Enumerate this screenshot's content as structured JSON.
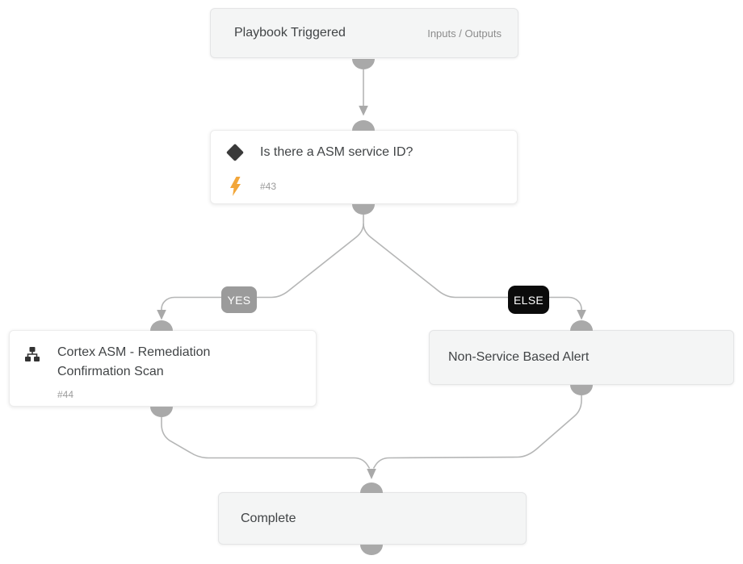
{
  "colors": {
    "connector": "#b5b6b6",
    "nub": "#a9a9a9",
    "node_gray_bg": "#f4f5f5",
    "node_white_bg": "#ffffff",
    "node_border": "#e4e5e6",
    "node_border_light": "#ececec",
    "title_text": "#414446",
    "muted_text": "#9b9b9b",
    "muted_text2": "#8c8c8c",
    "yes_badge_bg": "#9b9b9b",
    "else_badge_bg": "#0b0b0b",
    "badge_text": "#ffffff",
    "diamond_icon": "#3a3a3a",
    "bolt_icon": "#f2a63a",
    "sitemap_icon": "#333333"
  },
  "nodes": {
    "playbook_triggered": {
      "title": "Playbook Triggered",
      "link": "Inputs / Outputs"
    },
    "condition": {
      "title": "Is there a ASM service ID?",
      "id": "#43",
      "icon": "diamond-icon",
      "type_icon": "lightning-icon"
    },
    "yes_branch_task": {
      "title": "Cortex ASM - Remediation Confirmation Scan",
      "id": "#44",
      "icon": "sitemap-icon"
    },
    "else_branch_task": {
      "title": "Non-Service Based Alert"
    },
    "complete": {
      "title": "Complete"
    }
  },
  "edges": [
    {
      "from": "playbook_triggered",
      "to": "condition",
      "label": ""
    },
    {
      "from": "condition",
      "to": "yes_branch_task",
      "label": "YES"
    },
    {
      "from": "condition",
      "to": "else_branch_task",
      "label": "ELSE"
    },
    {
      "from": "yes_branch_task",
      "to": "complete",
      "label": ""
    },
    {
      "from": "else_branch_task",
      "to": "complete",
      "label": ""
    }
  ]
}
